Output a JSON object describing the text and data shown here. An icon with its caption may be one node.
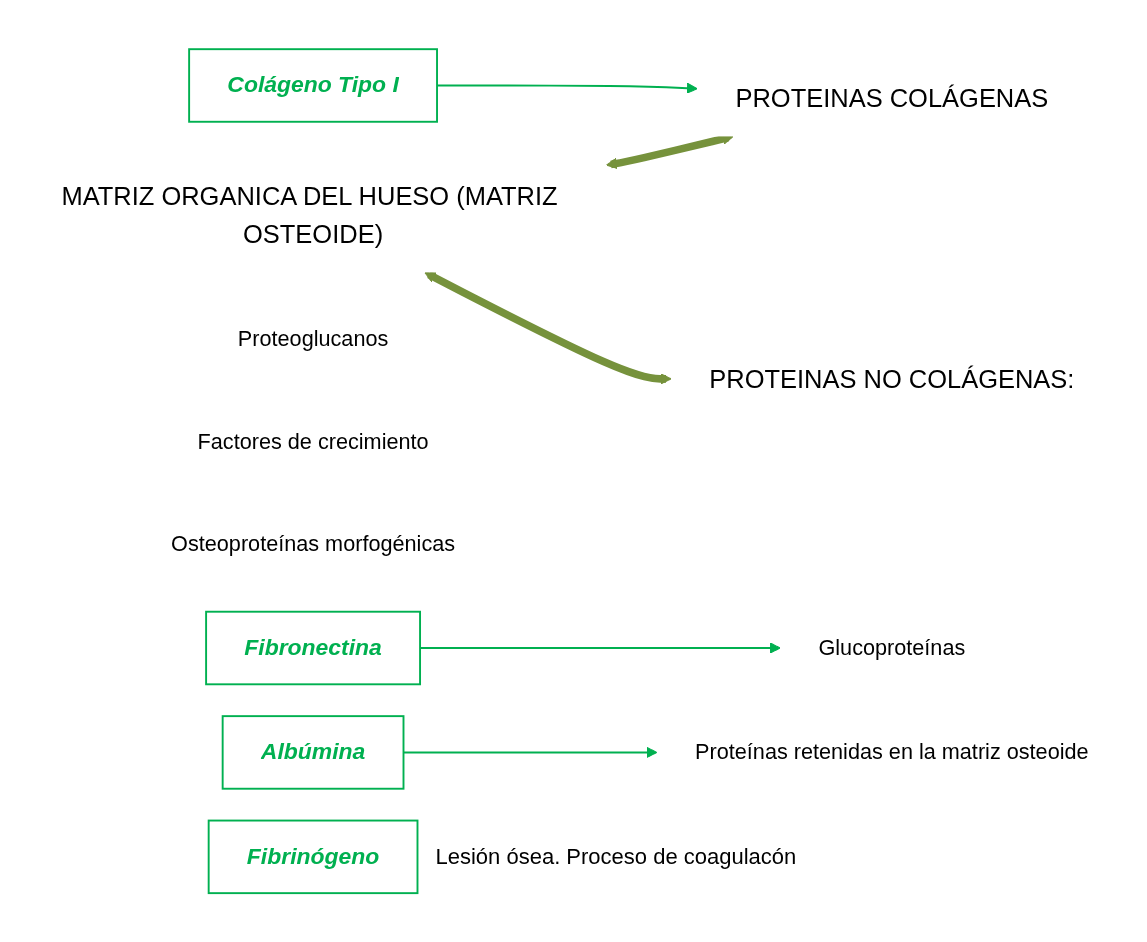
{
  "diagram": {
    "nodes": [
      {
        "text": [
          "MATRIZ ORGANICA DEL HUESO (MATRIZ OSTEOIDE)"
        ]
      },
      {
        "text": [
          "PROTEINAS COLÁGENAS"
        ]
      },
      {
        "text": [
          "PROTEINAS NO COLÁGENAS:"
        ]
      },
      {
        "text": [
          "Fibronectina"
        ]
      },
      {
        "text": [
          "Glucoproteínas"
        ]
      },
      {
        "text": [
          "Proteoglucanos"
        ]
      },
      {
        "text": [
          "Factores de crecimiento"
        ]
      },
      {
        "text": [
          "Osteoproteínas morfogénicas"
        ]
      },
      {
        "text": [
          "Proteínas retenidas en la matriz osteoide"
        ]
      },
      {
        "text": [
          "Colágeno Tipo I"
        ]
      },
      {
        "text": [
          "Albúmina"
        ]
      },
      {
        "text": [
          "Fibrinógeno"
        ],
        "beside": [
          "Lesión ósea. Proceso de coagulacón"
        ]
      }
    ],
    "edges": [
      {
        "from": 0,
        "to": 1,
        "arrow": "both",
        "style": "thick",
        "color": "#76923c"
      },
      {
        "from": 0,
        "to": 2,
        "arrow": "both",
        "style": "thick",
        "color": "#76923c"
      },
      {
        "from": 9,
        "to": 1,
        "arrow": "to"
      },
      {
        "from": 3,
        "to": 4,
        "arrow": "to"
      },
      {
        "from": 10,
        "to": 8,
        "arrow": "to"
      }
    ]
  }
}
